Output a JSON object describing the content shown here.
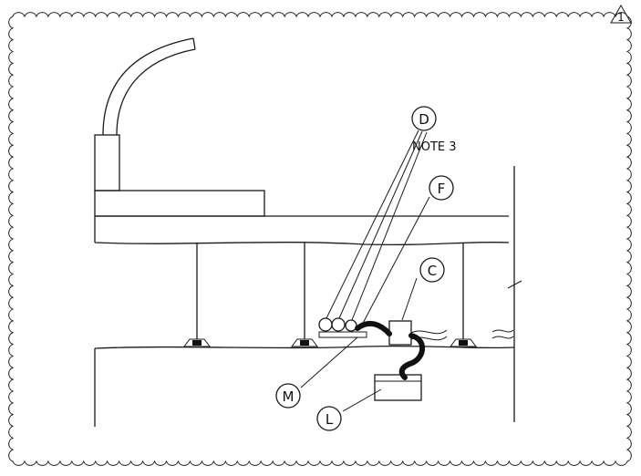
{
  "revision": {
    "label": "1"
  },
  "note": {
    "text": "NOTE 3"
  },
  "callouts": [
    {
      "id": "callout-d",
      "letter": "D"
    },
    {
      "id": "callout-f",
      "letter": "F"
    },
    {
      "id": "callout-c",
      "letter": "C"
    },
    {
      "id": "callout-m",
      "letter": "M"
    },
    {
      "id": "callout-l",
      "letter": "L"
    }
  ]
}
